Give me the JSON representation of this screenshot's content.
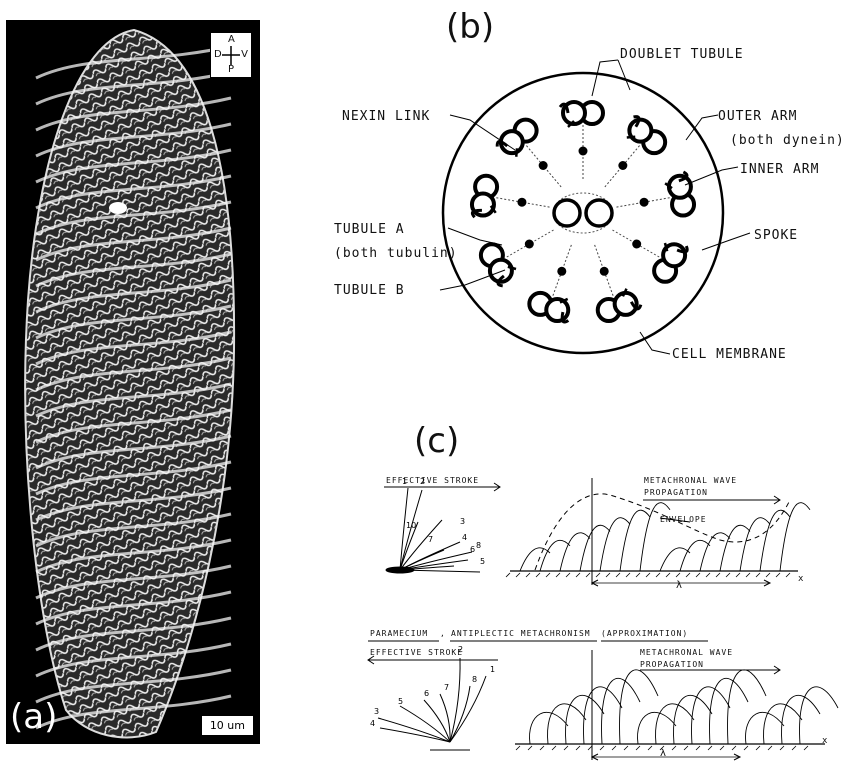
{
  "panel_a": {
    "letter": "(a)",
    "scale_label": "10 um",
    "compass": {
      "top": "A",
      "bottom": "P",
      "left": "D",
      "right": "V"
    }
  },
  "panel_b": {
    "letter": "(b)",
    "labels": {
      "doublet_tubule": "DOUBLET TUBULE",
      "nexin_link": "NEXIN LINK",
      "outer_arm": "OUTER ARM",
      "outer_arm_note": "(both dynein)",
      "inner_arm": "INNER ARM",
      "tubule_a": "TUBULE A",
      "tubule_a_note": "(both tubulin)",
      "spoke": "SPOKE",
      "tubule_b": "TUBULE B",
      "cell_membrane": "CELL MEMBRANE"
    }
  },
  "panel_c": {
    "letter": "(c)",
    "top_row": {
      "effective_stroke": "EFFECTIVE STROKE",
      "wave_title": "METACHRONAL WAVE",
      "wave_subtitle": "PROPAGATION",
      "envelope": "ENVELOPE",
      "lambda": "λ",
      "x_axis": "x",
      "stroke_numbers": [
        "1",
        "2",
        "10",
        "3",
        "4",
        "8",
        "5",
        "6",
        "7"
      ]
    },
    "bottom_row": {
      "caption_part1": "PARAMECIUM",
      "caption_sep": ",",
      "caption_part2": "ANTIPLECTIC METACHRONISM",
      "caption_part3": "(APPROXIMATION)",
      "effective_stroke": "EFFECTIVE STROKE",
      "wave_title": "METACHRONAL WAVE",
      "wave_subtitle": "PROPAGATION",
      "lambda": "λ",
      "x_axis": "x",
      "stroke_numbers": [
        "2",
        "3",
        "4",
        "5",
        "6",
        "7",
        "8",
        "1"
      ]
    }
  }
}
